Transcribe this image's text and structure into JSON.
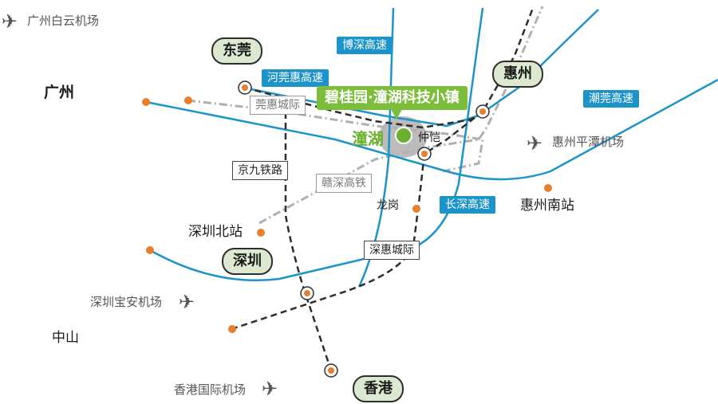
{
  "labels": {
    "guangzhou": "广州",
    "dongguan": "东莞",
    "huizhou": "惠州",
    "shenzhen": "深圳",
    "hongkong": "香港",
    "zhongshan": "中山",
    "shenzhen_north": "深圳北站",
    "longgang": "龙岗",
    "zhongkai": "仲恺",
    "huizhou_south": "惠州南站",
    "tanghu": "潼湖",
    "project": "碧桂园·潼湖科技小镇"
  },
  "airports": {
    "guangzhou": "广州白云机场",
    "huizhou": "惠州平潭机场",
    "shenzhen": "深圳宝安机场",
    "hongkong": "香港国际机场"
  },
  "routes": {
    "bo_shen": "博深高速",
    "he_guan_hui": "河莞惠高速",
    "chao_guan": "潮莞高速",
    "chang_shen": "长深高速",
    "guan_hui": "莞惠城际",
    "jing_jiu": "京九铁路",
    "gan_shen": "赣深高铁",
    "shen_hui": "深惠城际"
  },
  "colors": {
    "highway": "#1c93c9",
    "intercity": "#2d2d2d",
    "hsr": "#b0b0b0",
    "station": "#e87f2c",
    "highlight": "#7cbd3b",
    "city_pill": "#dce8cf"
  },
  "icons": [
    "plane-icon"
  ]
}
